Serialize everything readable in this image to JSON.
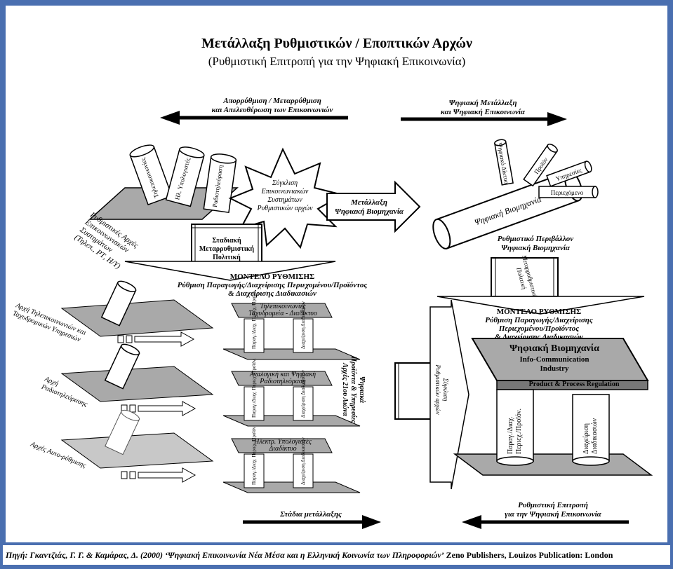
{
  "title": "Μετάλλαξη Ρυθμιστικών / Εποπτικών Αρχών",
  "subtitle": "(Ρυθμιστική Επιτροπή για την Ψηφιακή Επικοινωνία)",
  "top_arrows": {
    "left": [
      "Απορρύθμιση / Μεταρρύθμιση",
      "και Απελευθέρωση των Επικοινωνιών"
    ],
    "right": [
      "Ψηφιακή Μετάλλαξη",
      "και Ψηφιακή Επικοινωνία"
    ]
  },
  "left_cluster": {
    "cylinders": [
      "Τηλεπικοινωνίες",
      "Ηλ. Υπολογιστές",
      "Ραδιοτηλεόραση"
    ],
    "platform_label": [
      "Ρυθμιστικές Αρχές",
      "Επικοινωνιακών",
      "Συστημάτων",
      "(Τηλεπ., ΡΤ, Η/Υ)"
    ]
  },
  "burst": [
    "Σύγκλιση",
    "Επικοινωνιακών",
    "Συστημάτων",
    "Ρυθμιστικών αρχών"
  ],
  "middle_arrow": [
    "Μετάλλαξη",
    "Ψηφιακή Βιομηχανία"
  ],
  "gate_left": [
    "Σταδιακή",
    "Μεταρρυθμιστική",
    "Πολιτική"
  ],
  "right_cluster": {
    "tubes": [
      "Ψηφιακό Δίκτυο",
      "Προϊόν",
      "Υπηρεσίες",
      "Περιεχόμενο"
    ],
    "big_tube": "Ψηφιακή Βιομηχανία",
    "env_label": [
      "Ρυθμιστικό Περιβάλλον",
      "Ψηφιακή Βιομηχανία"
    ],
    "gate_right": [
      "Μεταρρυθμιστική",
      "Πολιτική"
    ]
  },
  "model_left": [
    "ΜΟΝΤΕΛΟ ΡΥΘΜΙΣΗΣ",
    "Ρύθμιση Παραγωγής/Διαχείρισης Περιεχομένου/Προϊόντος",
    "& Διαχείρισης Διαδικασιών"
  ],
  "left_authorities": [
    [
      "Αρχή Τηλεπικοινωνιών και",
      "Ταχυδρομικών Υπηρεσιών"
    ],
    [
      "Αρχή",
      "Ραδιοτηλεόρασης"
    ],
    [
      "Αρχές Αυτο-ρύθμισης"
    ]
  ],
  "sectors": [
    [
      "Τηλεπικοινωνίες",
      "Ταχυδρομεία - Διαδίκτυο"
    ],
    [
      "Αναλογική και Ψηφιακή",
      "Ραδιοτηλεόραση"
    ],
    [
      "Ηλεκτρ. Υπολογιστές",
      "Διαδίκτυο"
    ]
  ],
  "pillar_labels": [
    "Παραγ./Διαχ. Περιεχ./Προϊόν.",
    "Διαχείριση Διαδικασιών"
  ],
  "center_products": [
    "Ψηφιακά",
    "Προϊόντα & Υπηρεσίες",
    "Αρχές 21ου Αιώνα"
  ],
  "convergence_arrow": [
    "Σύγκλιση",
    "Ρυθμιστικών αρχών"
  ],
  "model_right": [
    "ΜΟΝΤΕΛΟ ΡΥΘΜΙΣΗΣ",
    "Ρύθμιση Παραγωγής/Διαχείρισης",
    "Περιεχομένου/Προϊόντος",
    "& Διαχείρισης Διαδικασιών"
  ],
  "digital_industry": {
    "title": "Ψηφιακή Βιομηχανία",
    "sub": [
      "Info-Communication",
      "Industry"
    ],
    "footer": "Product & Process Regulation",
    "pillars": [
      [
        "Παραγ./Διαχ.",
        "Περιεχ./Προϊόν."
      ],
      [
        "Διαχείριση",
        "Διαδικασιών"
      ]
    ]
  },
  "bottom_arrows": {
    "left": "Στάδια μετάλλαξης",
    "right": [
      "Ρυθμιστική Επιτροπή",
      "για την Ψηφιακή Επικοινωνία"
    ]
  },
  "caption": {
    "italic": "Πηγή: Γκαντζιάς, Γ. Γ. & Καμάρας, Δ. (2000) ‘Ψηφιακή Επικοινωνία Νέα Μέσα και η Ελληνική Κοινωνία των Πληροφοριών’",
    "normal": " Zeno Publishers, Louizos Publication: London"
  }
}
